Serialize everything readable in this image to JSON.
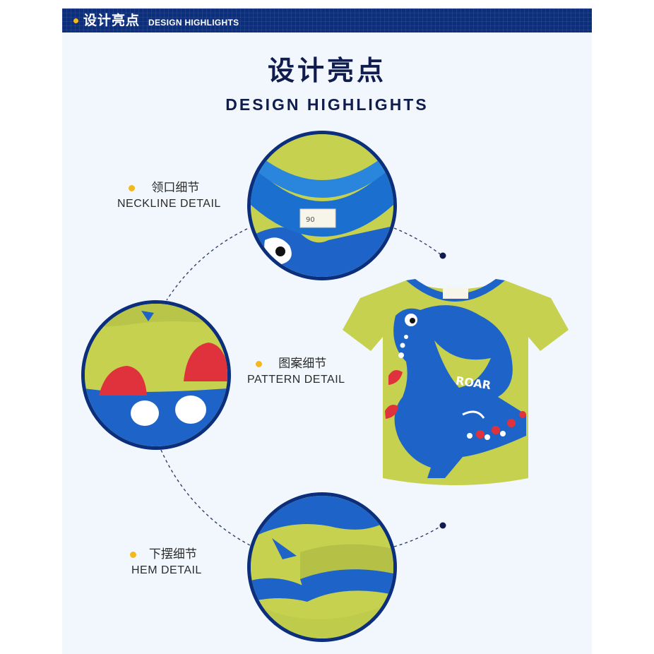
{
  "header_bar": {
    "title_cn": "设计亮点",
    "title_en": "DESIGN HIGHLIGHTS"
  },
  "heading": {
    "title_cn": "设计亮点",
    "title_en": "DESIGN HIGHLIGHTS"
  },
  "details": [
    {
      "cn": "领口细节",
      "en": "NECKLINE DETAIL"
    },
    {
      "cn": "图案细节",
      "en": "PATTERN DETAIL"
    },
    {
      "cn": "下摆细节",
      "en": "HEM DETAIL"
    }
  ],
  "shirt": {
    "label_text": "90",
    "print_text": "ROAR"
  },
  "colors": {
    "navy": "#0b2e7d",
    "accent_yellow": "#f5b81c",
    "shirt_green": "#c3d04e",
    "dino_blue": "#1e64c8",
    "spot_red": "#e0323c"
  }
}
